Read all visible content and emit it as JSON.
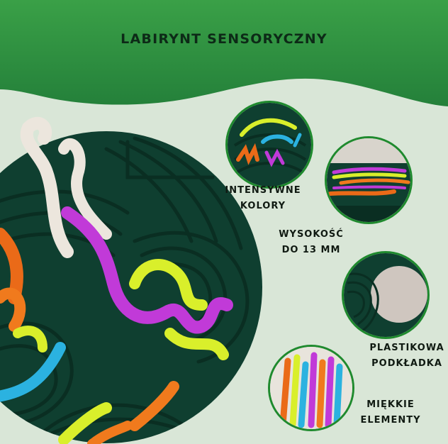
{
  "header": {
    "title": "LABIRYNT SENSORYCZNY"
  },
  "features": [
    {
      "line1": "INTENSYWNE",
      "line2": "KOLORY"
    },
    {
      "line1": "WYSOKOŚĆ",
      "line2": "DO 13 MM"
    },
    {
      "line1": "PLASTIKOWA",
      "line2": "PODKŁADKA"
    },
    {
      "line1": "MIĘKKIE",
      "line2": "ELEMENTY"
    }
  ],
  "colors": {
    "header_green": "#2f8f3c",
    "background": "#d9e6d7",
    "mat_green": "#0f3f30",
    "bubble_ring": "#1f8a2e"
  },
  "images": {
    "main": "sensory-maze-mat-photo",
    "bubble_1": "colorful-strips-closeup",
    "bubble_2": "raised-maze-height-closeup",
    "bubble_3": "plastic-base-closeup",
    "bubble_4": "soft-elements-closeup"
  }
}
